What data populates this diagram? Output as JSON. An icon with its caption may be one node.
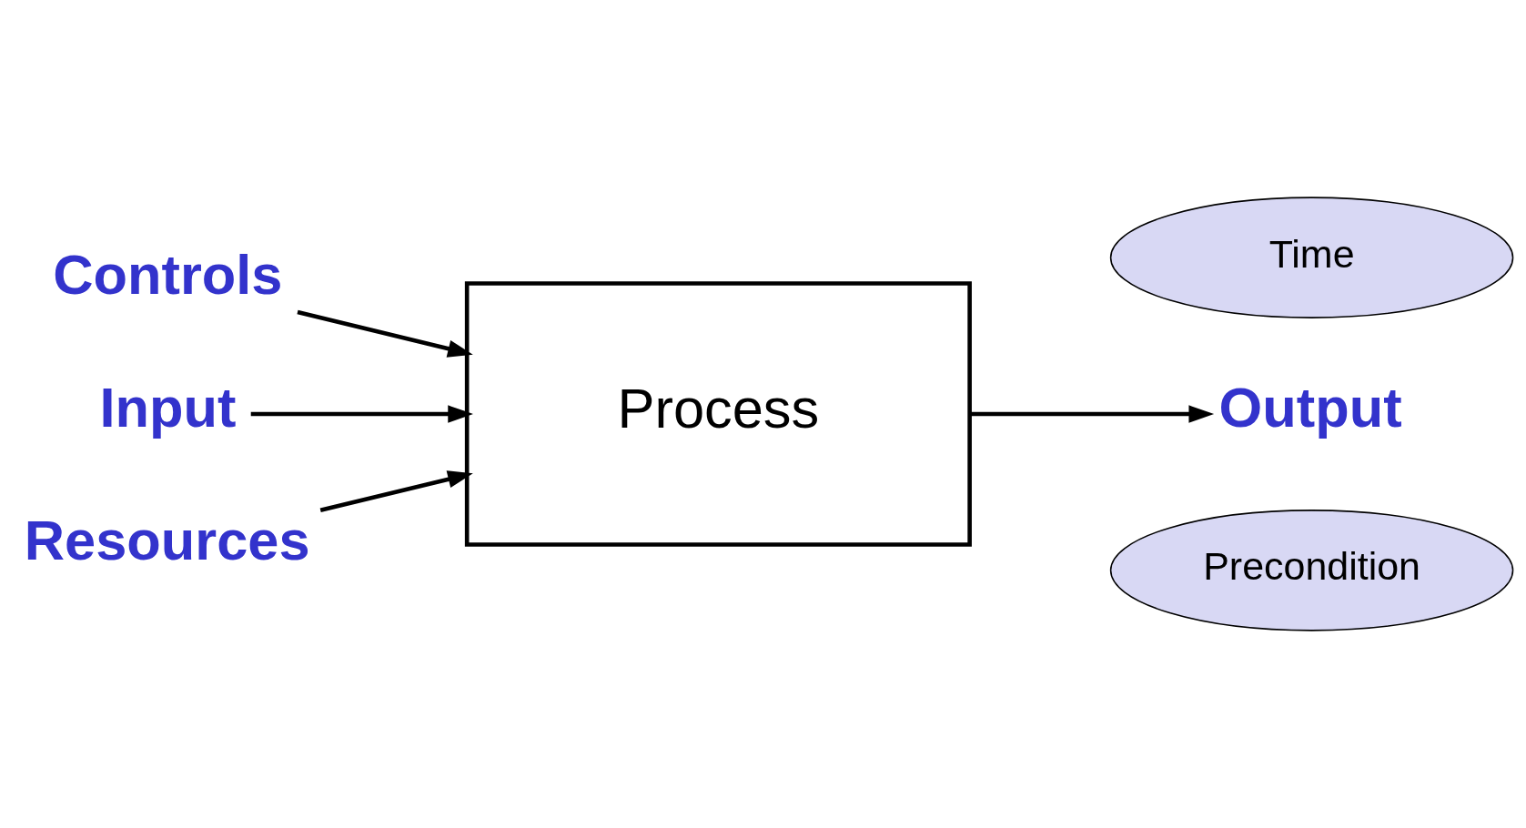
{
  "diagram": {
    "nodes": [
      {
        "text": [
          "Process"
        ]
      },
      {
        "text": [
          "Input"
        ]
      },
      {
        "text": [
          "Output"
        ]
      },
      {
        "text": [
          "Controls"
        ]
      },
      {
        "text": [
          "Resources"
        ]
      },
      {
        "text": [
          "Time"
        ]
      },
      {
        "text": [
          "Precondition"
        ]
      }
    ],
    "edges": [
      {
        "from": 1,
        "to": 0,
        "arrow": "to"
      },
      {
        "from": 0,
        "to": 2,
        "arrow": "to"
      },
      {
        "from": 3,
        "to": 0,
        "arrow": "to"
      },
      {
        "from": 4,
        "to": 0,
        "arrow": "to"
      }
    ]
  }
}
